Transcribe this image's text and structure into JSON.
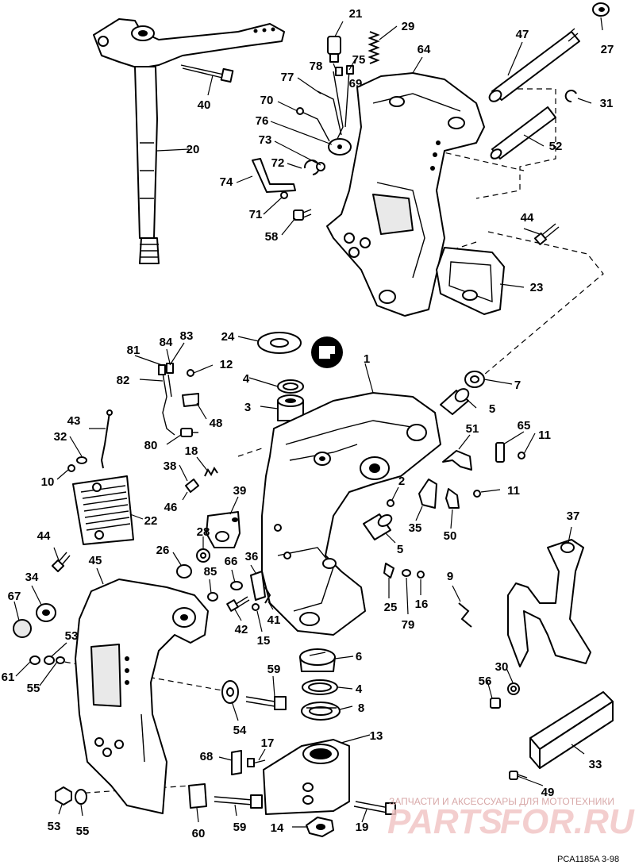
{
  "labels": {
    "p21": "21",
    "p29": "29",
    "p47": "47",
    "p27": "27",
    "p64": "64",
    "p78": "78",
    "p75": "75",
    "p77": "77",
    "p69": "69",
    "p40": "40",
    "p70": "70",
    "p31": "31",
    "p76": "76",
    "p20": "20",
    "p73": "73",
    "p52": "52",
    "p72": "72",
    "p74": "74",
    "p71": "71",
    "p44a": "44",
    "p58": "58",
    "p23": "23",
    "p24": "24",
    "p84": "84",
    "p83": "83",
    "p81": "81",
    "p12": "12",
    "p1": "1",
    "p82": "82",
    "p4a": "4",
    "p7": "7",
    "p3": "3",
    "p48": "48",
    "p5a": "5",
    "p43": "43",
    "p51": "51",
    "p65": "65",
    "p32": "32",
    "p80": "80",
    "p11a": "11",
    "p18": "18",
    "p38": "38",
    "p10": "10",
    "p2": "2",
    "p11b": "11",
    "p46": "46",
    "p39": "39",
    "p22": "22",
    "p35": "35",
    "p50": "50",
    "p37": "37",
    "p5b": "5",
    "p28": "28",
    "p44b": "44",
    "p26": "26",
    "p36": "36",
    "p45": "45",
    "p34": "34",
    "p85": "85",
    "p66": "66",
    "p9": "9",
    "p25": "25",
    "p79": "79",
    "p16": "16",
    "p67": "67",
    "p41": "41",
    "p42": "42",
    "p15": "15",
    "p53a": "53",
    "p6": "6",
    "p30": "30",
    "p61": "61",
    "p55a": "55",
    "p59a": "59",
    "p56": "56",
    "p4b": "4",
    "p8": "8",
    "p54": "54",
    "p13": "13",
    "p17": "17",
    "p68": "68",
    "p33": "33",
    "p49": "49",
    "p53b": "53",
    "p55b": "55",
    "p60": "60",
    "p59b": "59",
    "p14": "14",
    "p19": "19"
  },
  "watermark": {
    "caption": "ЗАПЧАСТИ И АКСЕССУАРЫ ДЛЯ МОТОТЕХНИКИ",
    "brand_left": "PARTS",
    "brand_right": "FOR.RU"
  },
  "figure_code": "PCA1185A  3-98",
  "colors": {
    "ink": "#000000",
    "background": "#ffffff",
    "watermark": "#f1c6c6"
  }
}
